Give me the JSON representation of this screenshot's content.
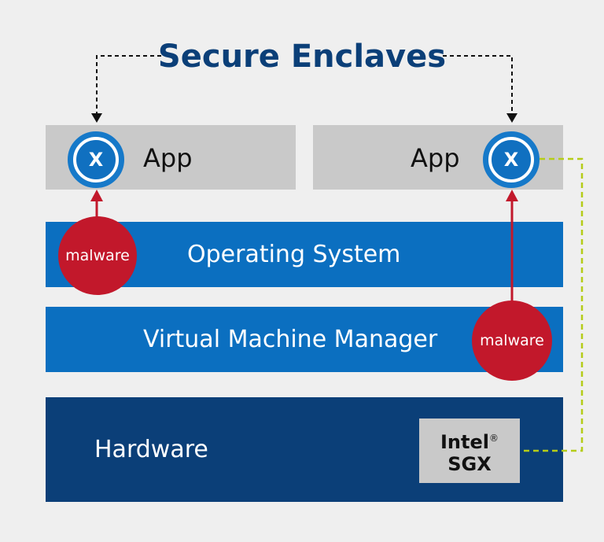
{
  "title": "Secure Enclaves",
  "apps": [
    {
      "label": "App",
      "enclave_symbol": "X"
    },
    {
      "label": "App",
      "enclave_symbol": "X"
    }
  ],
  "layers": {
    "os": "Operating System",
    "vmm": "Virtual Machine Manager",
    "hardware": "Hardware"
  },
  "malware": [
    {
      "label": "malware"
    },
    {
      "label": "malware"
    }
  ],
  "sgx": {
    "line1": "Intel",
    "mark": "®",
    "line2": "SGX"
  },
  "colors": {
    "background": "#efefef",
    "title": "#0b3f78",
    "app_box": "#c9c9c9",
    "layer_blue": "#0b6fc0",
    "hardware_navy": "#0b3f78",
    "malware_red": "#c2182b",
    "enclave_ring": "#1679c9",
    "sgx_link": "#b5cc18"
  }
}
